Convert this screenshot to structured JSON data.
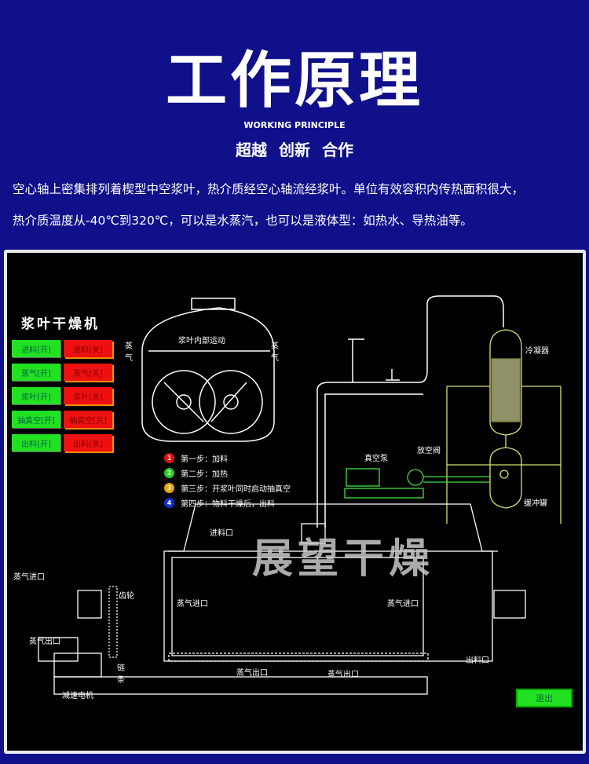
{
  "header": {
    "title": "工作原理",
    "subtitle_en": "WORKING PRINCIPLE",
    "slogan": "超越 创新 合作"
  },
  "description": [
    "空心轴上密集排列着楔型中空浆叶，热介质经空心轴流经浆叶。单位有效容积内传热面积很大，",
    "热介质温度从-40℃到320℃，可以是水蒸汽，也可以是液体型：如热水、导热油等。"
  ],
  "panel": {
    "title": "浆叶干燥机",
    "controls": [
      {
        "on": "进料[开]",
        "off": "进料[关]"
      },
      {
        "on": "蒸气[开]",
        "off": "蒸气[关]"
      },
      {
        "on": "浆叶[开]",
        "off": "浆叶[关]"
      },
      {
        "on": "抽真空[开]",
        "off": "抽真空[关]"
      },
      {
        "on": "出料[开]",
        "off": "出料[关]"
      }
    ],
    "steps": [
      {
        "num": "1",
        "text": "第一步：加料",
        "color": "#e01010"
      },
      {
        "num": "2",
        "text": "第二步：加热",
        "color": "#20d020"
      },
      {
        "num": "3",
        "text": "第三步：开浆叶同时启动抽真空",
        "color": "#f0a000"
      },
      {
        "num": "4",
        "text": "第四步：物料干燥后，出料",
        "color": "#1030d0"
      }
    ],
    "labels": {
      "inner": "浆叶内部运动",
      "steam_l": "蒸气",
      "steam_r": "蒸气",
      "condenser": "冷凝器",
      "vacuum_pump": "真空泵",
      "vent_valve": "放空阀",
      "buffer_tank": "缓冲罐",
      "feed_inlet": "进料口",
      "steam_inlet": "蒸气进口",
      "gear": "齿轮",
      "steam_outlet": "蒸气出口",
      "chain": "链条",
      "motor": "减速电机",
      "inner_steam_in_l": "蒸气进口",
      "inner_steam_in_r": "蒸气进口",
      "bottom_out_1": "蒸气出口",
      "bottom_out_2": "蒸气出口",
      "discharge": "出料口"
    },
    "watermark": "展望干燥",
    "exit": "退出"
  }
}
